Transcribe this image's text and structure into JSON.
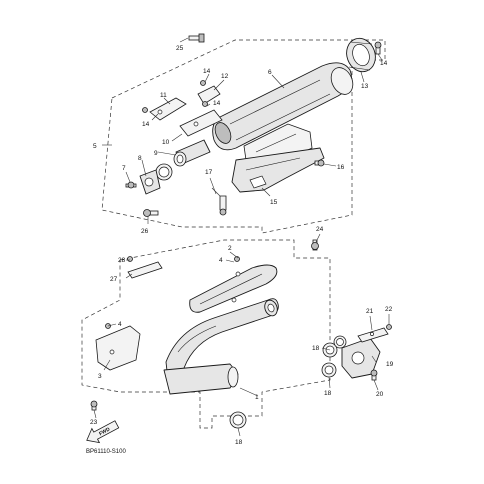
{
  "callouts": {
    "c1": "1",
    "c2": "2",
    "c3": "3",
    "c4a": "4",
    "c4b": "4",
    "c5": "5",
    "c6": "6",
    "c7": "7",
    "c8": "8",
    "c9": "9",
    "c10": "10",
    "c11": "11",
    "c12": "12",
    "c13": "13",
    "c14a": "14",
    "c14b": "14",
    "c14c": "14",
    "c14d": "14",
    "c15": "15",
    "c16": "16",
    "c17": "17",
    "c18a": "18",
    "c18b": "18",
    "c18c": "18",
    "c19": "19",
    "c20": "20",
    "c21": "21",
    "c22": "22",
    "c23": "23",
    "c24": "24",
    "c25": "25",
    "c26": "26",
    "c27": "27",
    "c28": "28"
  },
  "fwd_label": "FWD",
  "diagram_code": "BP61110-S100"
}
